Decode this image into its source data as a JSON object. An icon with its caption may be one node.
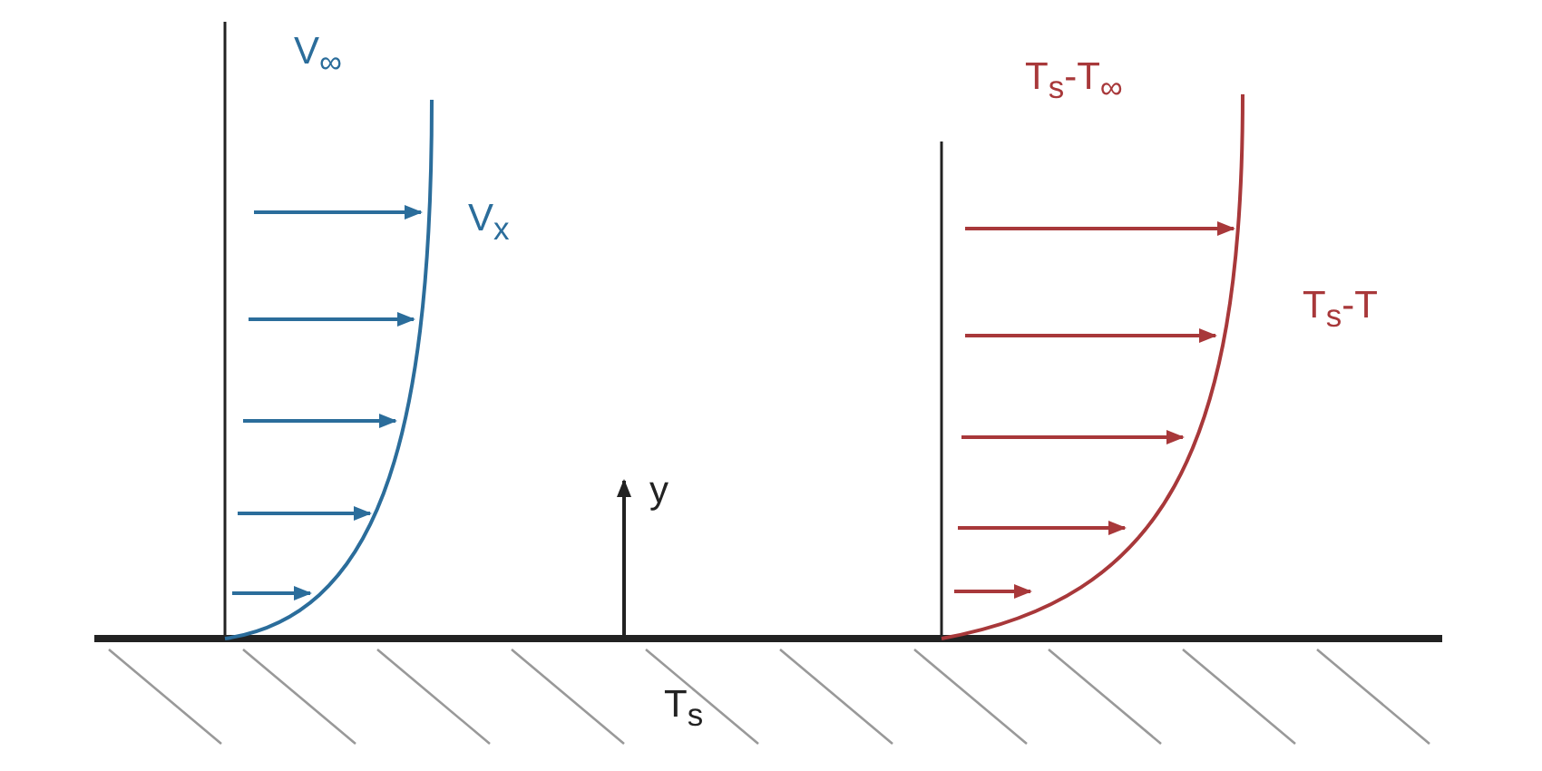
{
  "diagram": {
    "labels": [
      "V$_{∞}$",
      "V$_{x}$",
      "T$_{s}$-T$_{∞}$",
      "T$_{s}$-T",
      "y",
      "T$_{s}$"
    ]
  }
}
